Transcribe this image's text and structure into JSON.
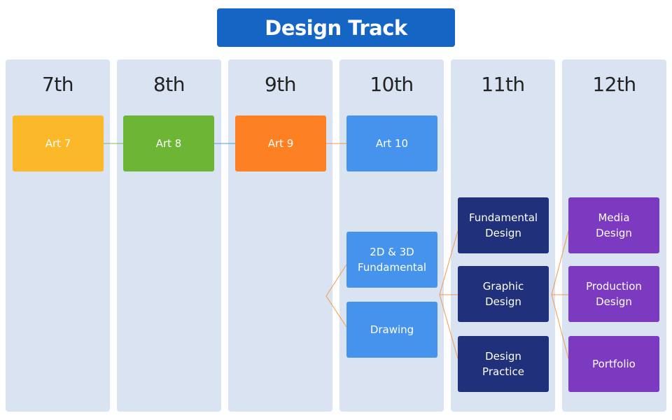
{
  "title": "Design Track",
  "grades": [
    "7th",
    "8th",
    "9th",
    "10th",
    "11th",
    "12th"
  ],
  "courses": {
    "art7": "Art 7",
    "art8": "Art 8",
    "art9": "Art 9",
    "art10": "Art 10",
    "fundamental_2d3d": "2D & 3D\nFundamental",
    "drawing": "Drawing",
    "fundamental_design": "Fundamental\nDesign",
    "graphic_design": "Graphic\nDesign",
    "design_practice": "Design\nPractice",
    "media_design": "Media\nDesign",
    "production_design": "Production\nDesign",
    "portfolio": "Portfolio"
  },
  "colors": {
    "title_bg": "#1565c5",
    "column_bg": "#d9e3f1",
    "art7": "#fbb829",
    "art8": "#6db535",
    "art9": "#fd8122",
    "grade10": "#4593ec",
    "grade11": "#20307b",
    "grade12": "#7b3ac0",
    "connector_orange": "#f39a4a",
    "connector_green": "#7fba4a",
    "connector_blue": "#4a9fd8"
  }
}
